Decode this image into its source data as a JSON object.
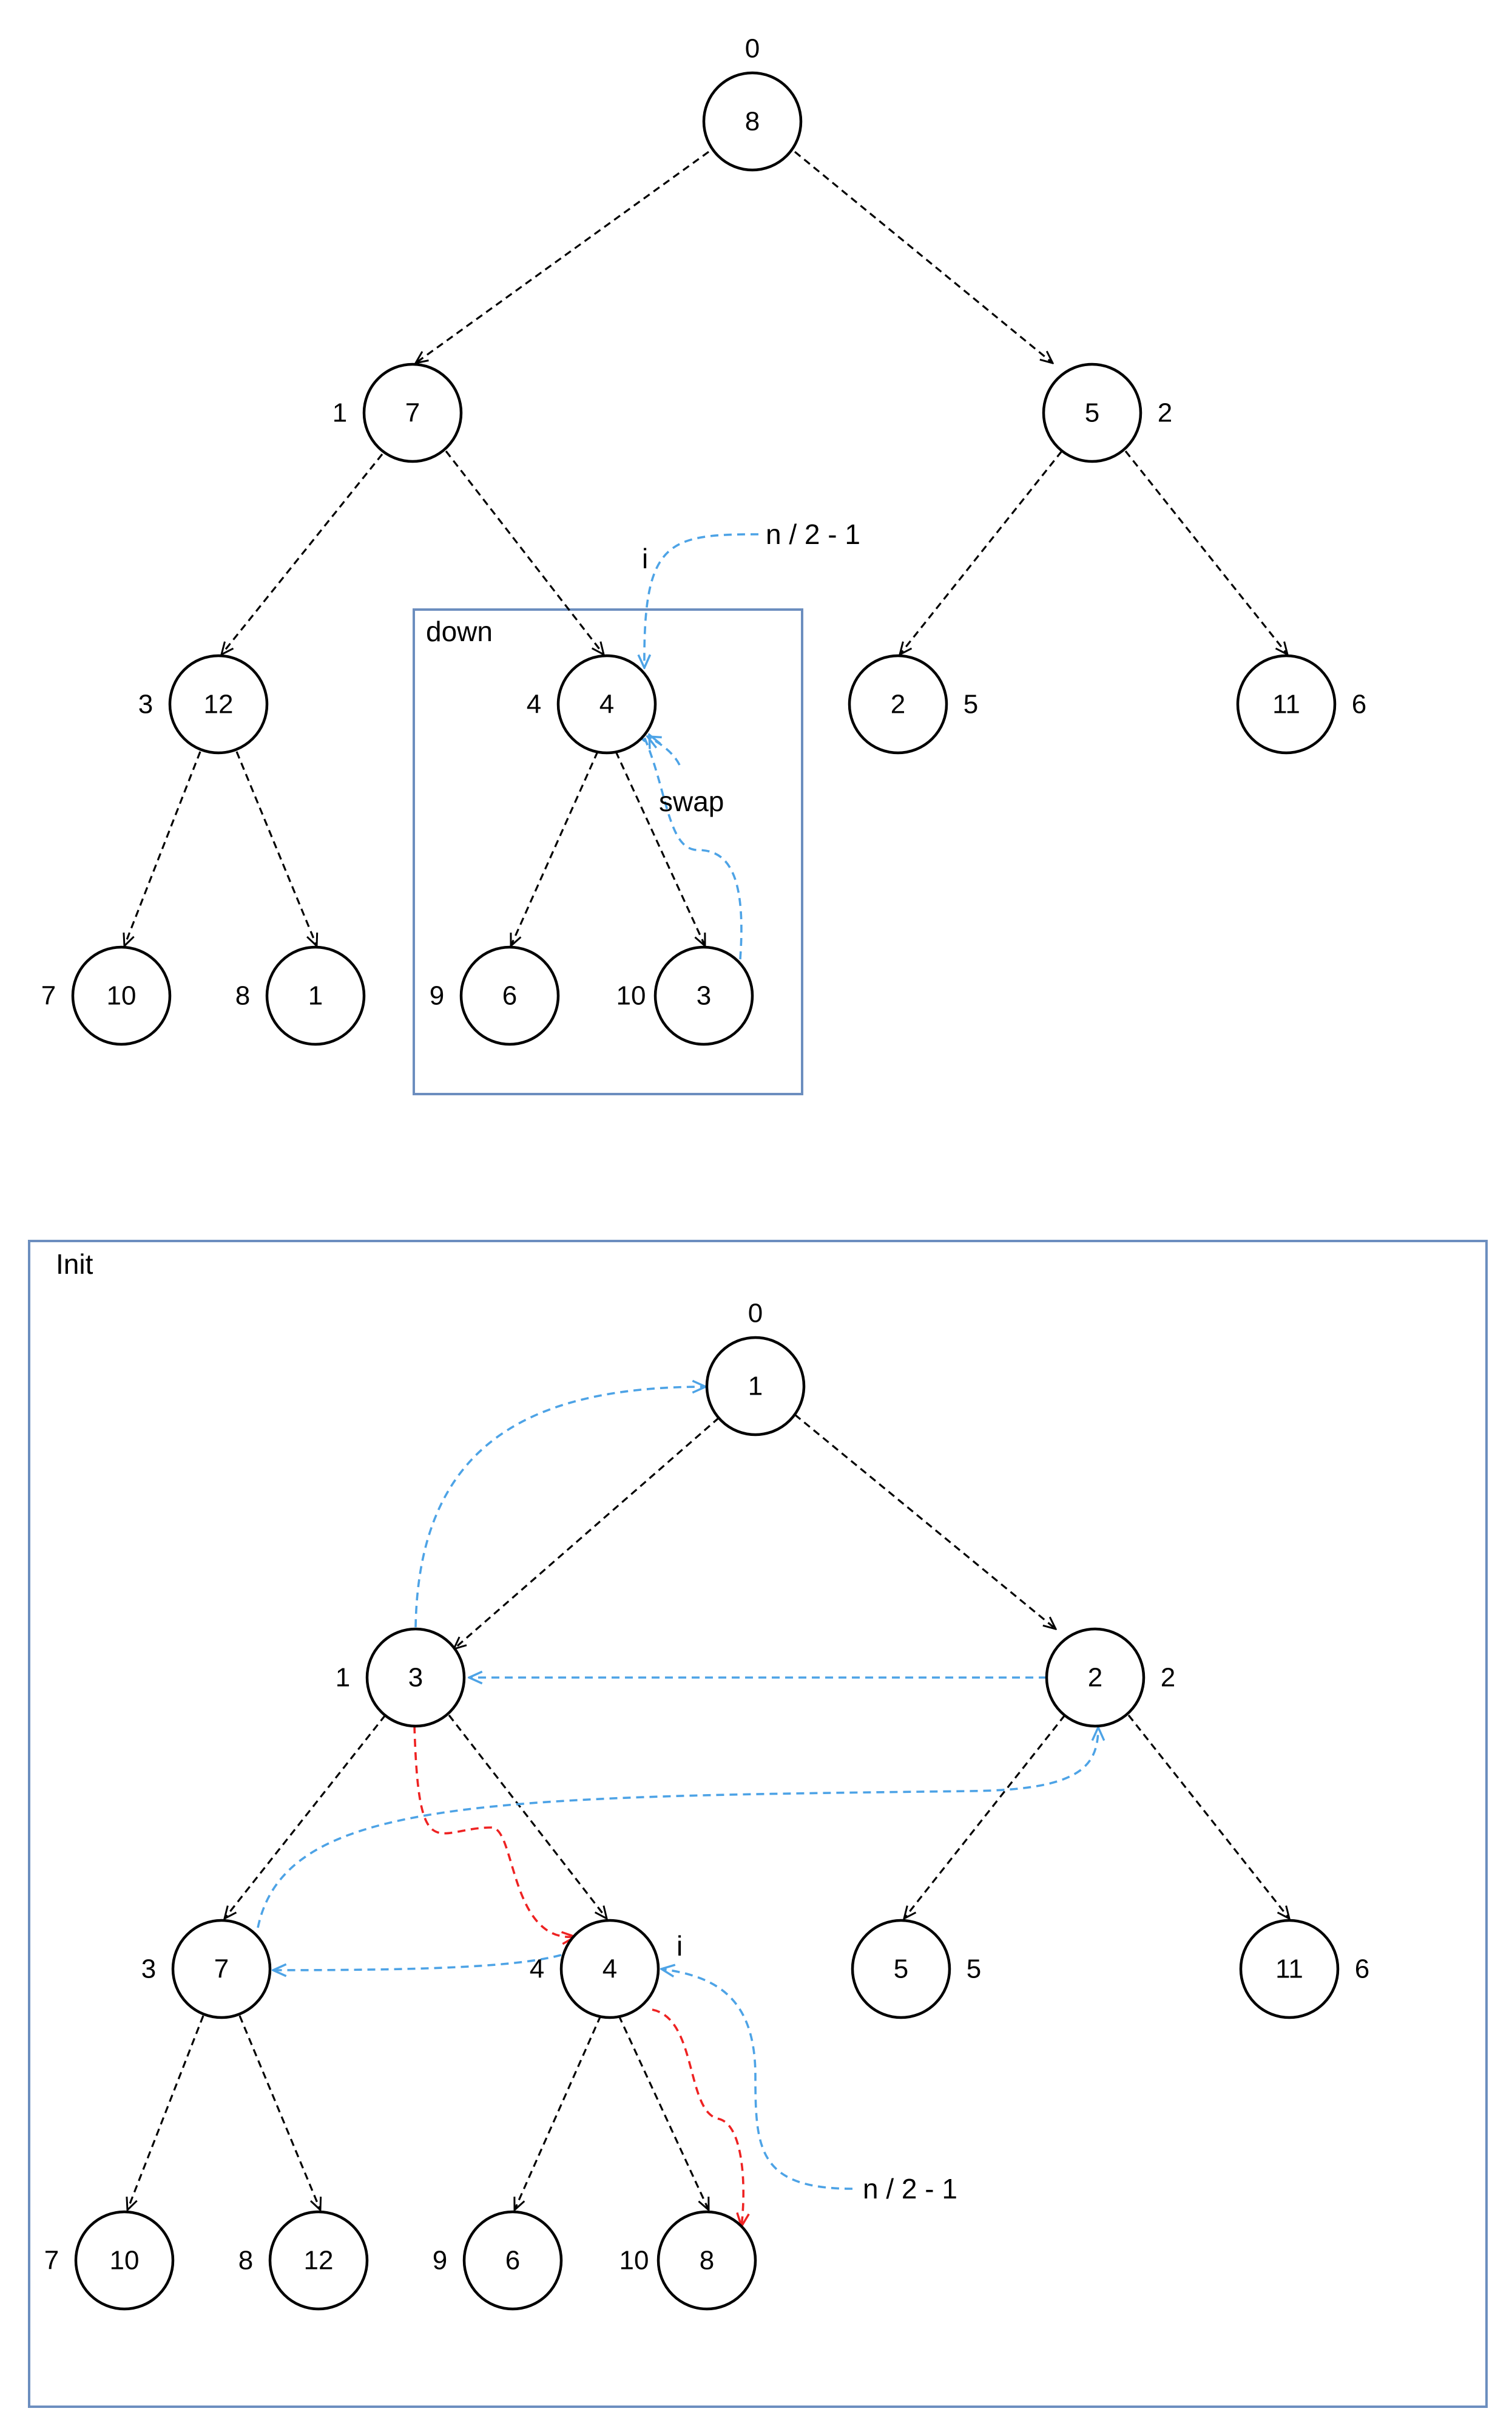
{
  "colors": {
    "frame": "#6c8ebf",
    "highlight_arrow": "#4da3e6",
    "swap_path_arrow": "#ee2222",
    "edge": "#000000"
  },
  "top_tree": {
    "frame_label": "down",
    "labels": {
      "i": "i",
      "start": "n / 2 - 1",
      "swap": "swap"
    },
    "nodes": [
      {
        "index": "0",
        "value": "8"
      },
      {
        "index": "1",
        "value": "7"
      },
      {
        "index": "2",
        "value": "5"
      },
      {
        "index": "3",
        "value": "12"
      },
      {
        "index": "4",
        "value": "4"
      },
      {
        "index": "5",
        "value": "2"
      },
      {
        "index": "6",
        "value": "11"
      },
      {
        "index": "7",
        "value": "10"
      },
      {
        "index": "8",
        "value": "1"
      },
      {
        "index": "9",
        "value": "6"
      },
      {
        "index": "10",
        "value": "3"
      }
    ]
  },
  "bottom_tree": {
    "frame_label": "Init",
    "labels": {
      "i": "i",
      "start": "n / 2 - 1"
    },
    "nodes": [
      {
        "index": "0",
        "value": "1"
      },
      {
        "index": "1",
        "value": "3"
      },
      {
        "index": "2",
        "value": "2"
      },
      {
        "index": "3",
        "value": "7"
      },
      {
        "index": "4",
        "value": "4"
      },
      {
        "index": "5",
        "value": "5"
      },
      {
        "index": "6",
        "value": "11"
      },
      {
        "index": "7",
        "value": "10"
      },
      {
        "index": "8",
        "value": "12"
      },
      {
        "index": "9",
        "value": "6"
      },
      {
        "index": "10",
        "value": "8"
      }
    ]
  }
}
